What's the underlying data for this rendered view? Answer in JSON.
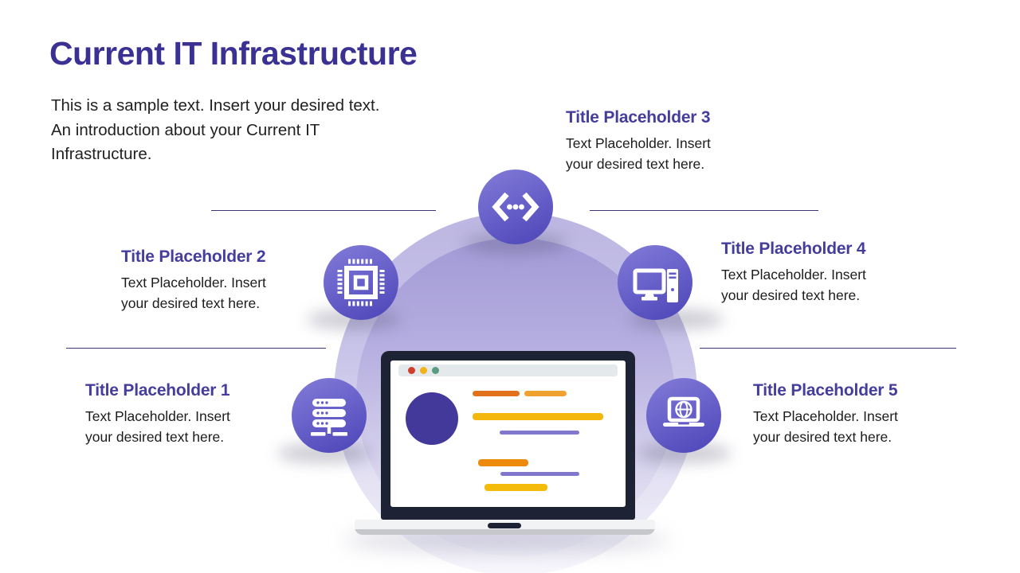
{
  "slide": {
    "title": "Current IT Infrastructure",
    "intro": "This is a sample text. Insert your desired text.\nAn introduction about your Current IT\nInfrastructure."
  },
  "placeholders": [
    {
      "title": "Title Placeholder 1",
      "body": "Text Placeholder. Insert\nyour desired text here.",
      "icon": "server-rack-icon"
    },
    {
      "title": "Title Placeholder 2",
      "body": "Text Placeholder. Insert\nyour desired text here.",
      "icon": "cpu-chip-icon"
    },
    {
      "title": "Title Placeholder 3",
      "body": "Text Placeholder. Insert\nyour desired text here.",
      "icon": "code-icon"
    },
    {
      "title": "Title Placeholder 4",
      "body": "Text Placeholder. Insert\nyour desired text here.",
      "icon": "desktop-computer-icon"
    },
    {
      "title": "Title Placeholder 5",
      "body": "Text Placeholder. Insert\nyour desired text here.",
      "icon": "laptop-globe-icon"
    }
  ],
  "colors": {
    "title_accent": "#3a3193",
    "heading_accent": "#453d9c",
    "body_text": "#1c1c1c",
    "node_gradient_start": "#8079d6",
    "node_gradient_end": "#4f47b8",
    "hub_ring": "#bcb6e2",
    "hub_fill_top": "#a29ad6",
    "connector_line": "#3d3676",
    "laptop_frame": "#1d2335",
    "browser_dot_red": "#cf3e2d",
    "browser_dot_yellow": "#f2b31c",
    "browser_dot_green": "#5a9c83",
    "screen_avatar": "#43399b",
    "screen_bar_orange": "#e2711b",
    "screen_bar_light_orange": "#f0a231",
    "screen_bar_gold": "#f3b70d",
    "screen_bar_purple": "#8177cd"
  }
}
